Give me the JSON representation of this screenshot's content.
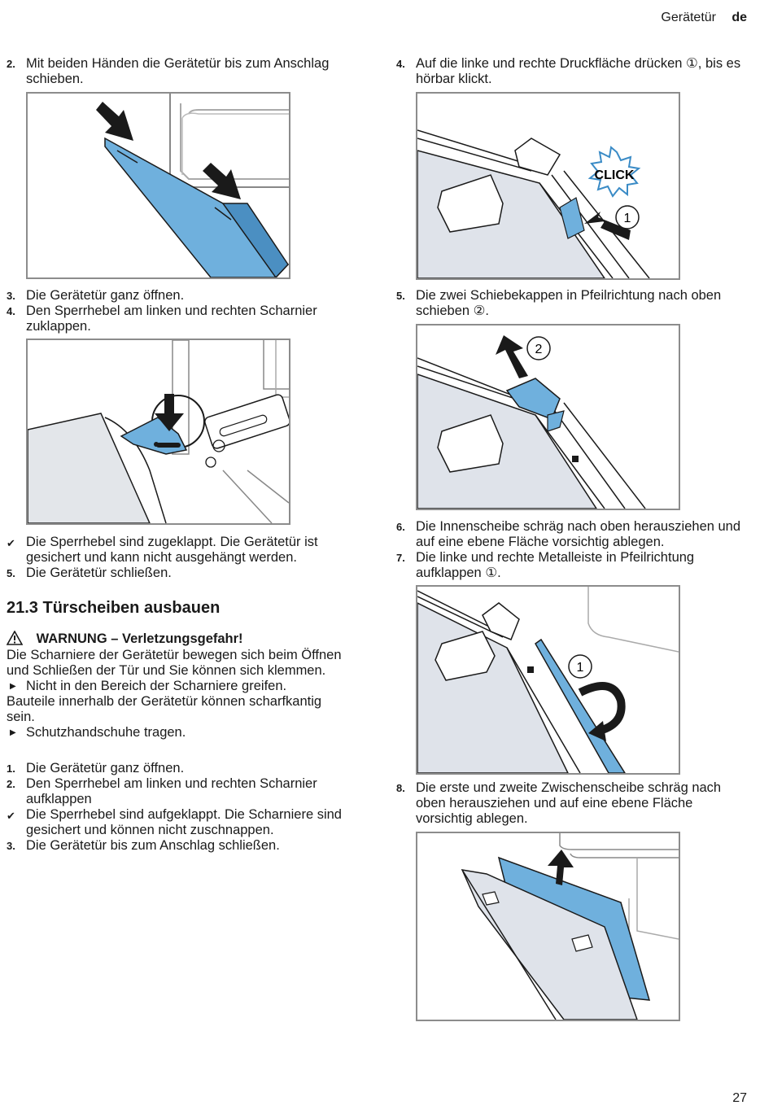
{
  "header": {
    "section": "Gerätetür",
    "lang": "de"
  },
  "page_number": "27",
  "left": {
    "s1": {
      "num": "2.",
      "text": "Mit beiden Händen die Gerätetür bis zum Anschlag schieben."
    },
    "s2": [
      {
        "num": "3.",
        "text": "Die Gerätetür ganz öffnen."
      },
      {
        "num": "4.",
        "text": "Den Sperrhebel am linken und rechten Scharnier zuklappen."
      }
    ],
    "s3": [
      {
        "mark": "check",
        "text": "Die Sperrhebel sind zugeklappt. Die Gerätetür ist gesichert und kann nicht ausgehängt werden."
      },
      {
        "num": "5.",
        "text": "Die Gerätetür schließen."
      }
    ],
    "heading": "21.3 Türscheiben ausbauen",
    "warning_title": "WARNUNG – Verletzungsgefahr!",
    "warning_text_1": "Die Scharniere der Gerätetür bewegen sich beim Öffnen und Schließen der Tür und Sie können sich klemmen.",
    "warning_bullet_1": "Nicht in den Bereich der Scharniere greifen.",
    "warning_text_2": "Bauteile innerhalb der Gerätetür können scharfkantig sein.",
    "warning_bullet_2": "Schutzhandschuhe tragen.",
    "s4": [
      {
        "num": "1.",
        "text": "Die Gerätetür ganz öffnen."
      },
      {
        "num": "2.",
        "text": "Den Sperrhebel am linken und rechten Scharnier aufklappen"
      },
      {
        "mark": "check",
        "text": "Die Sperrhebel sind aufgeklappt. Die Scharniere sind gesichert und können nicht zuschnappen."
      },
      {
        "num": "3.",
        "text": "Die Gerätetür bis zum Anschlag schließen."
      }
    ]
  },
  "right": {
    "s1": {
      "num": "4.",
      "text": "Auf die linke und rechte Druckfläche drücken ①, bis es hörbar klickt."
    },
    "s2": {
      "num": "5.",
      "text": "Die zwei Schiebekappen in Pfeilrichtung nach oben schieben ②."
    },
    "s3": [
      {
        "num": "6.",
        "text": "Die Innenscheibe schräg nach oben herausziehen und auf eine ebene Fläche vorsichtig ablegen."
      },
      {
        "num": "7.",
        "text": "Die linke und rechte Metalleiste in Pfeilrichtung aufklappen ①."
      }
    ],
    "s4": {
      "num": "8.",
      "text": "Die erste und zweite Zwischenscheibe schräg nach oben herausziehen und auf eine ebene Fläche vorsichtig ablegen."
    }
  },
  "figures": {
    "click_label": "CLICK",
    "callout_1": "1",
    "callout_2": "2",
    "colors": {
      "blue": "#6fb0dd",
      "frame": "#8c8c8c",
      "glass": "#dfe3ea"
    }
  }
}
